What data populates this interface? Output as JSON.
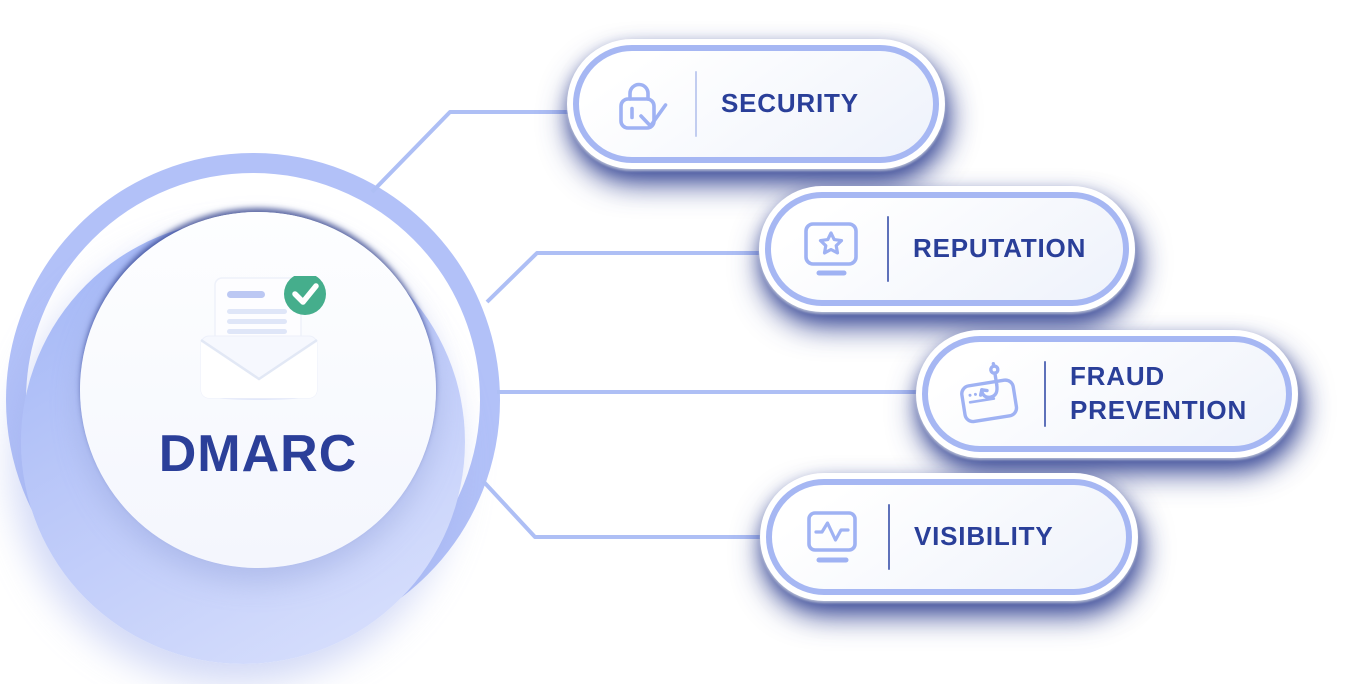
{
  "center": {
    "label": "DMARC",
    "icon": "verified-email-icon"
  },
  "nodes": [
    {
      "label": "SECURITY",
      "icon": "lock-check-icon"
    },
    {
      "label": "REPUTATION",
      "icon": "monitor-star-icon"
    },
    {
      "label": "FRAUD PREVENTION",
      "icon": "card-phishing-hook-icon"
    },
    {
      "label": "VISIBILITY",
      "icon": "monitor-pulse-icon"
    }
  ],
  "colors": {
    "label_text": "#2a3f99",
    "periwinkle_ring": "#b2c1f8",
    "connector_line": "#aebff5",
    "pill_border": "#a6b7f3",
    "icon_stroke": "#9fb2f3",
    "check_green": "#45ae8c",
    "shadow_navy": "#2d3e91"
  }
}
